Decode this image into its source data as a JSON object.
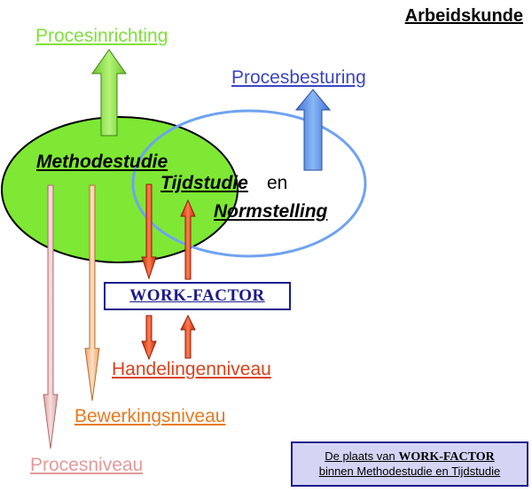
{
  "header": {
    "title": "Arbeidskunde"
  },
  "diagram": {
    "procesinrichting": "Procesinrichting",
    "procesbesturing": "Procesbesturing",
    "methodestudie": "Methodestudie",
    "tijdstudie": "Tijdstudie",
    "en": "en",
    "normstelling": "Normstelling",
    "work_factor": "WORK-FACTOR",
    "handelingenniveau": "Handelingenniveau",
    "bewerkingsniveau": "Bewerkingsniveau",
    "procesniveau": "Procesniveau"
  },
  "note": {
    "line1_prefix": "De plaats van ",
    "line1_emphasis": "WORK-FACTOR",
    "line2": "binnen Methodestudie en Tijdstudie"
  },
  "colors": {
    "methodestudie_fill": "#7ee834",
    "tijdstudie_outline": "#6fa3f0",
    "procesinrichting": "#7fe03a",
    "procesbesturing": "#3b45c4",
    "handelingenniveau": "#d9421b",
    "bewerkingsniveau": "#e87a20",
    "procesniveau": "#e39a9a",
    "note_background": "#d4d4f5"
  }
}
